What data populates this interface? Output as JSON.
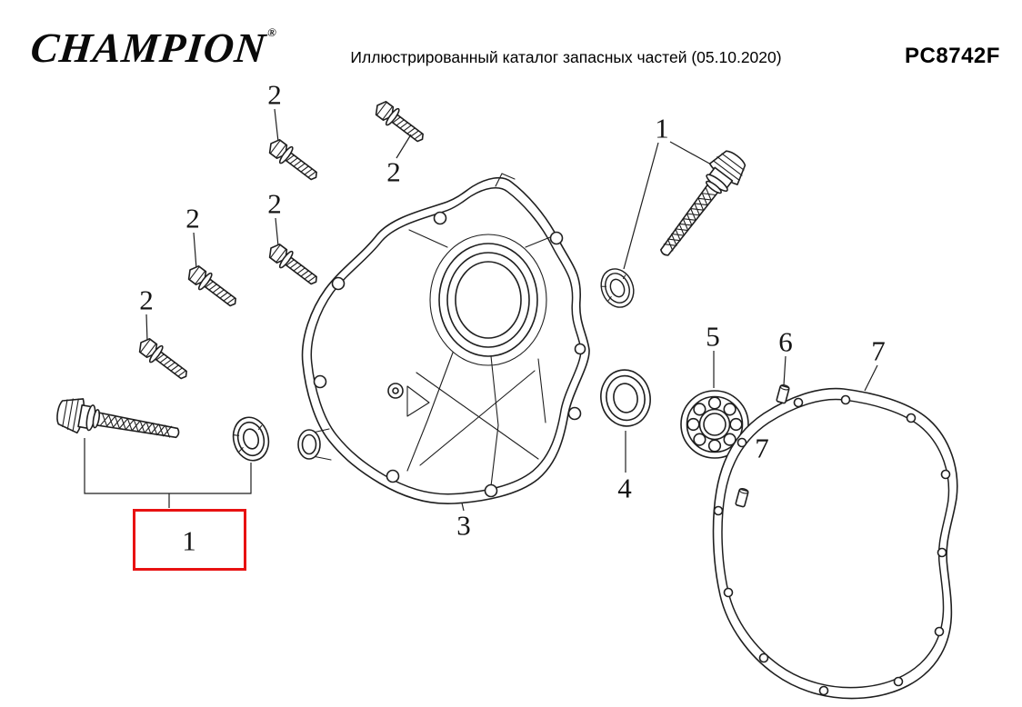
{
  "header": {
    "logo_text": "CHAMPION",
    "registered_mark": "®",
    "catalog_title": "Иллюстрированный каталог запасных частей (05.10.2020)",
    "document_code": "PC8742F"
  },
  "diagram": {
    "callouts": [
      "2",
      "2",
      "2",
      "2",
      "2",
      "1",
      "3",
      "4",
      "5",
      "6",
      "7",
      "7",
      "1"
    ],
    "highlighted_callout": "1",
    "highlight_color": "#e81212",
    "line_color": "#1f1f1f"
  }
}
